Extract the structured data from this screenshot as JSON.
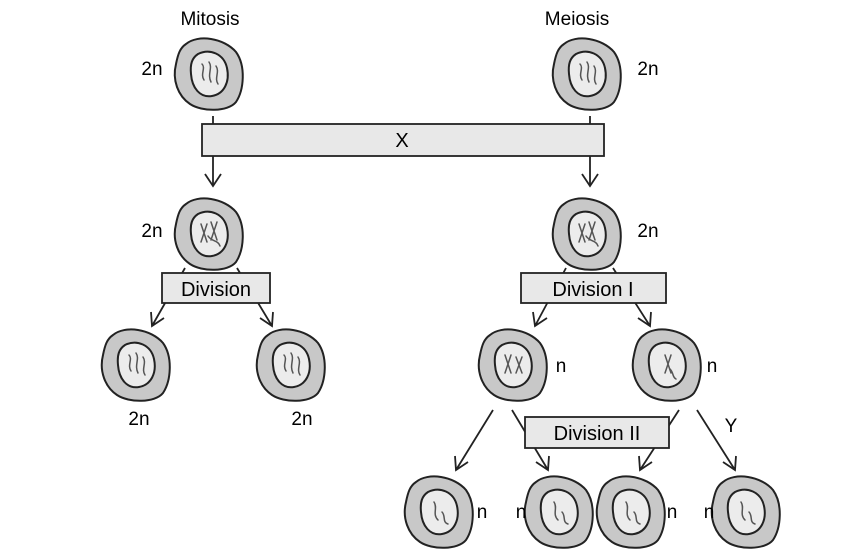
{
  "colors": {
    "cell_fill": "#c8c8c8",
    "nucleus_fill": "#ececec",
    "box_fill": "#e8e8e8",
    "stroke": "#222222"
  },
  "headings": {
    "mitosis": "Mitosis",
    "meiosis": "Meiosis"
  },
  "boxes": {
    "x": "X",
    "division": "Division",
    "division_1": "Division I",
    "division_2": "Division II"
  },
  "arrow_labels": {
    "y": "Y"
  },
  "ploidy": {
    "mitosis_parent": "2n",
    "meiosis_parent": "2n",
    "mitosis_replicated": "2n",
    "meiosis_replicated": "2n",
    "mitosis_daughter_left": "2n",
    "mitosis_daughter_right": "2n",
    "meiosis1_left": "n",
    "meiosis1_right": "n",
    "gamete_1": "n",
    "gamete_2": "n",
    "gamete_3": "n",
    "gamete_4": "n"
  }
}
